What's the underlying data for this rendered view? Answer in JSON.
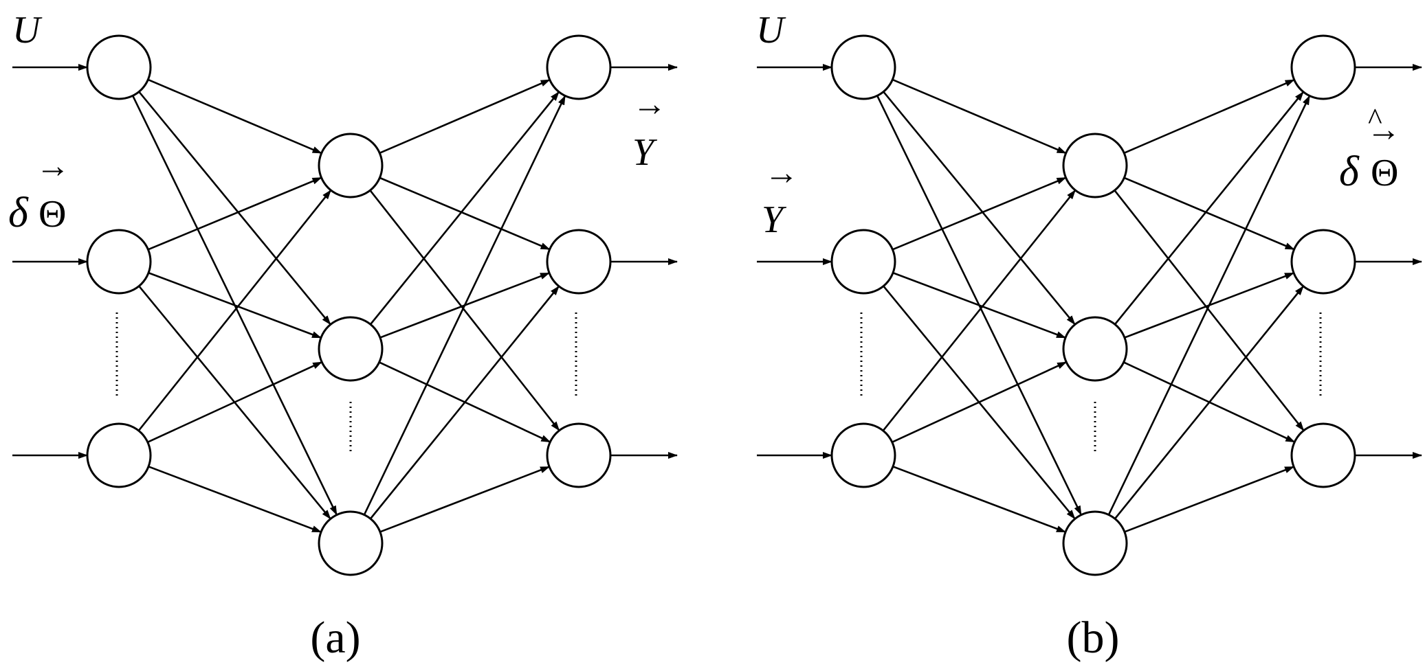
{
  "stroke_color": "#000000",
  "background_color": "#ffffff",
  "panels": [
    {
      "id": "a",
      "caption": "(a)",
      "input_labels": {
        "top": "U",
        "middle_symbol": "δ",
        "middle_var": "Θ",
        "middle_accent": "→"
      },
      "output_labels": {
        "top_var": "Y",
        "top_accent": "→"
      }
    },
    {
      "id": "b",
      "caption": "(b)",
      "input_labels": {
        "top": "U",
        "middle_var": "Y",
        "middle_accent": "→"
      },
      "output_labels": {
        "top_symbol": "δ",
        "top_var": "Θ",
        "top_accent": "→",
        "top_hat": "^"
      }
    }
  ]
}
